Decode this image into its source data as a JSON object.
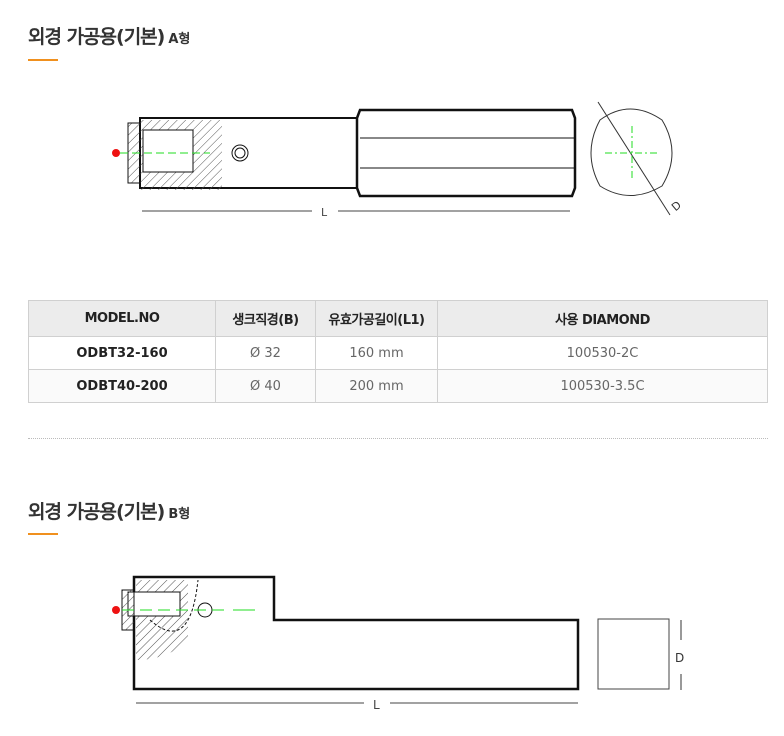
{
  "section_a": {
    "title": "외경 가공용(기본)",
    "suffix": "A형",
    "dim_l": "L",
    "dim_d": "D"
  },
  "table": {
    "headers": [
      "MODEL.NO",
      "생크직경(B)",
      "유효가공길이(L1)",
      "사용 DIAMOND"
    ],
    "rows": [
      [
        "ODBT32-160",
        "Ø 32",
        "160 mm",
        "100530-2C"
      ],
      [
        "ODBT40-200",
        "Ø 40",
        "200 mm",
        "100530-3.5C"
      ]
    ]
  },
  "section_b": {
    "title": "외경 가공용(기본)",
    "suffix": "B형",
    "dim_l": "L",
    "dim_d": "D"
  },
  "colors": {
    "accent": "#f0901e",
    "centerline": "#22dd22",
    "tip": "#ee1111"
  }
}
